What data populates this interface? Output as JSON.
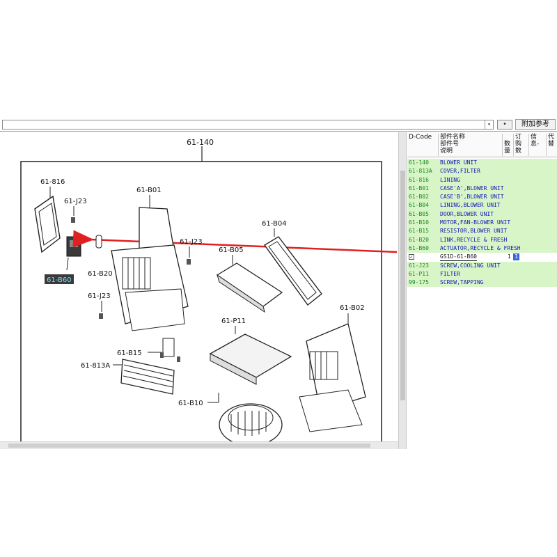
{
  "toolbar": {
    "combo_value": "",
    "combo_arrow": "▾",
    "nav_label": "•",
    "ref_button_label": "附加参考"
  },
  "diagram": {
    "callouts": {
      "main": "61-140",
      "c816": "61-816",
      "cj23a": "61-J23",
      "cb60": "61-B60",
      "cb01": "61-B01",
      "cj23b": "61-J23",
      "cb04": "61-B04",
      "cb05": "61-B05",
      "cb20": "61-B20",
      "cj23c": "61-J23",
      "cb02": "61-B02",
      "cp11": "61-P11",
      "cb15": "61-B15",
      "c813a": "61-813A",
      "cb10": "61-B10"
    },
    "highlight_color": "#3a3a3a",
    "arrow_color": "#e02020"
  },
  "table": {
    "headers": {
      "dcode": "D-Code",
      "name1": "部件名称",
      "name2": "部件号",
      "name3": "说明",
      "qty": "数量",
      "order1": "订",
      "order2": "购",
      "order3": "数",
      "info1": "信",
      "info2": "息",
      "info3": "-",
      "sub1": "代",
      "sub2": "替"
    },
    "rows": [
      {
        "code": "61-140",
        "name": "BLOWER UNIT"
      },
      {
        "code": "61-813A",
        "name": "COVER,FILTER"
      },
      {
        "code": "61-816",
        "name": "LINING"
      },
      {
        "code": "61-B01",
        "name": "CASE'A',BLOWER UNIT"
      },
      {
        "code": "61-B02",
        "name": "CASE'B',BLOWER UNIT"
      },
      {
        "code": "61-B04",
        "name": "LINING,BLOWER UNIT"
      },
      {
        "code": "61-B05",
        "name": "DOOR,BLOWER UNIT"
      },
      {
        "code": "61-B10",
        "name": "MOTOR,FAN-BLOWER UNIT"
      },
      {
        "code": "61-B15",
        "name": "RESISTOR,BLOWER UNIT"
      },
      {
        "code": "61-B20",
        "name": "LINK,RECYCLE & FRESH"
      },
      {
        "code": "61-B60",
        "name": "ACTUATOR,RECYCLE & FRESH"
      }
    ],
    "detail": {
      "check": "✓",
      "part_no": "GS1D-61-B60",
      "qty": "1",
      "order": "1"
    },
    "rows_after": [
      {
        "code": "61-J23",
        "name": "SCREW,COOLING UNIT"
      },
      {
        "code": "61-P11",
        "name": "FILTER"
      },
      {
        "code": "99-175",
        "name": "SCREW,TAPPING"
      }
    ],
    "row_color": "#d8f5c8",
    "code_color": "#1a8a1a",
    "name_color": "#1018b0"
  }
}
